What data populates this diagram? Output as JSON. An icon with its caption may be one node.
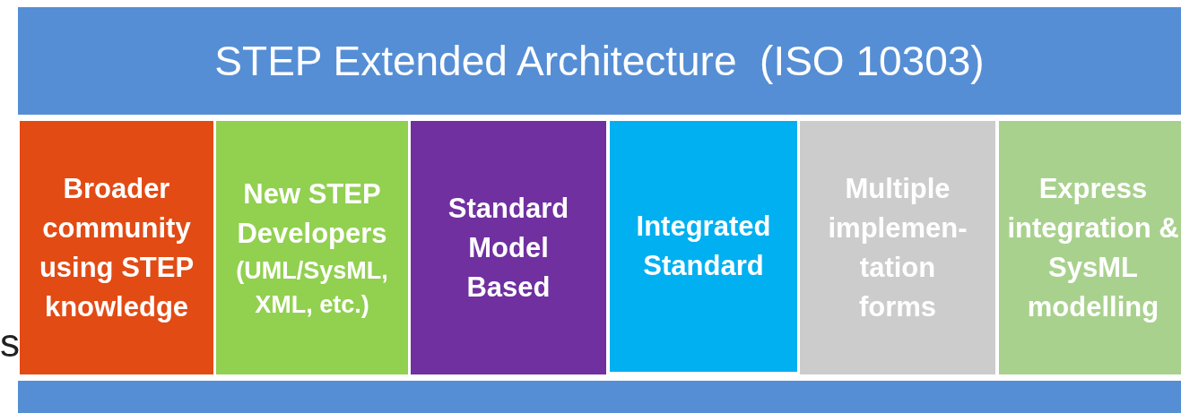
{
  "diagram": {
    "nodes": [
      {
        "text": [
          "STEP Extended Architecture  (ISO 10303)"
        ]
      },
      {
        "text": [
          "Broader community using STEP knowledge"
        ]
      },
      {
        "text": [
          "New STEP Developers",
          "(UML/SysML, XML, etc.)"
        ]
      },
      {
        "text": [
          "Standard Model Based"
        ]
      },
      {
        "text": [
          "Integrated Standard"
        ]
      },
      {
        "text": [
          "Multiple implemen- tation forms"
        ]
      },
      {
        "text": [
          "Express integration & SysML modelling"
        ]
      },
      {
        "text": [],
        "shape": "bar"
      }
    ],
    "edges": [],
    "labels": [
      "s"
    ]
  }
}
